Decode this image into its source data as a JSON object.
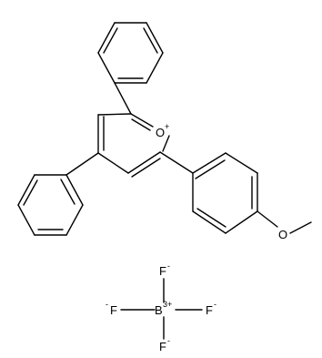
{
  "structure": {
    "cation": {
      "ring_oxygen": {
        "symbol": "O",
        "charge": "+"
      },
      "methoxy_oxygen": {
        "symbol": "O"
      }
    },
    "anion": {
      "boron": {
        "symbol": "B",
        "charge": "3+"
      },
      "fluorine_top": {
        "symbol": "F",
        "charge": "-"
      },
      "fluorine_left": {
        "symbol": "F",
        "charge": "-"
      },
      "fluorine_right": {
        "symbol": "F",
        "charge": "-"
      },
      "fluorine_bottom": {
        "symbol": "F",
        "charge": "-"
      }
    }
  }
}
